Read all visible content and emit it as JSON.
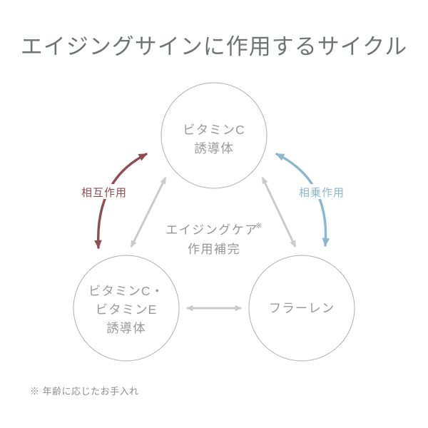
{
  "title": "エイジングサインに作用するサイクル",
  "footnote": "※ 年齢に応じたお手入れ",
  "colors": {
    "background": "#ffffff",
    "title_text": "#717477",
    "circle_border": "#b0aeae",
    "circle_text": "#9b9b9b",
    "center_text": "#969696",
    "gray_arrow": "#cbcbcb",
    "red": "#8e4d54",
    "blue": "#8db7cb",
    "footnote_text": "#8e8e8e"
  },
  "diagram": {
    "top_circle": {
      "line1": "ビタミンC",
      "line2": "誘導体"
    },
    "bottom_left_circle": {
      "line1": "ビタミンC・",
      "line2": "ビタミンE",
      "line3": "誘導体"
    },
    "bottom_right_circle": {
      "line1": "フラーレン"
    },
    "center": {
      "line1": "エイジングケア",
      "ref_mark": "※",
      "line2": "作用補完"
    },
    "left_arrow_label": "相互作用",
    "right_arrow_label": "相乗作用"
  }
}
